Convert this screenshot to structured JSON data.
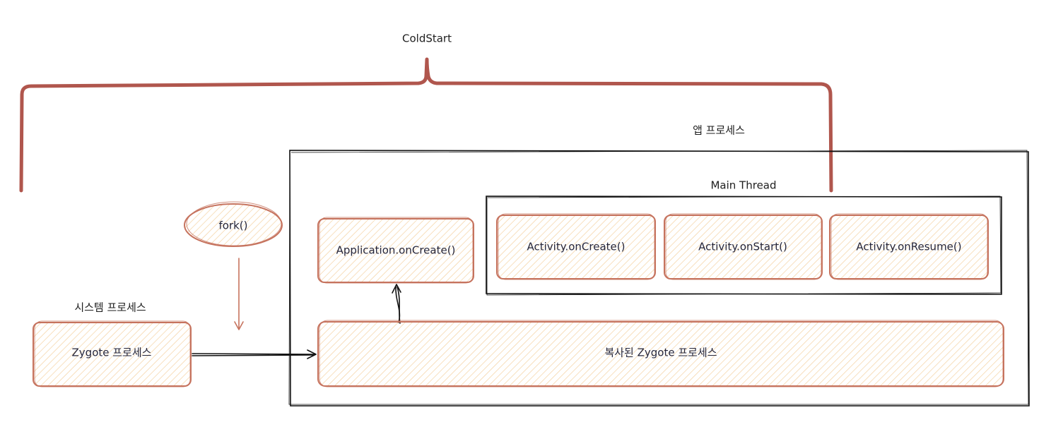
{
  "diagram": {
    "title": "ColdStart",
    "app_process": {
      "label": "앱 프로세스",
      "application_oncreate": "Application.onCreate()",
      "copied_zygote": "복사된 Zygote 프로세스",
      "main_thread": {
        "label": "Main Thread",
        "activities": [
          "Activity.onCreate()",
          "Activity.onStart()",
          "Activity.onResume()"
        ]
      }
    },
    "system_process": {
      "label": "시스템 프로세스",
      "zygote": "Zygote 프로세스"
    },
    "fork": "fork()"
  },
  "colors": {
    "stroke": "#c6735e",
    "brace": "#b0564d",
    "hatch": "#f4d2a2",
    "text": "#1e1e1e"
  }
}
